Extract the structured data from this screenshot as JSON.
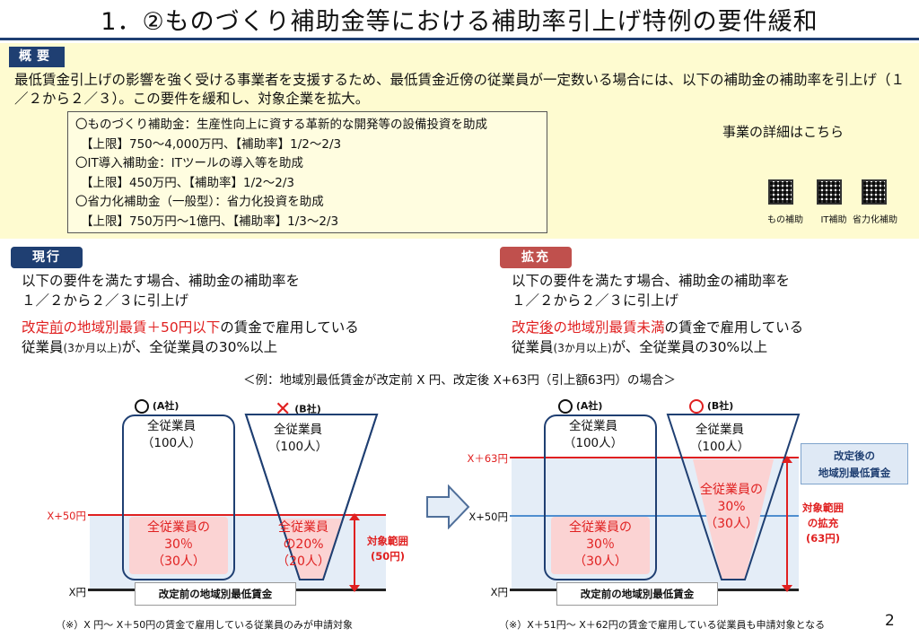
{
  "title": "1．②ものづくり補助金等における補助率引上げ特例の要件緩和",
  "overview": {
    "tag": "概要",
    "text": "最低賃金引上げの影響を強く受ける事業者を支援するため、最低賃金近傍の従業員が一定数いる場合には、以下の補助金の補助率を引上げ（１／２から２／３）。この要件を緩和し、対象企業を拡大。",
    "subsidies": [
      "〇ものづくり補助金：生産性向上に資する革新的な開発等の設備投資を助成",
      "【上限】750～4,000万円、【補助率】1/2～2/3",
      "〇IT導入補助金：ITツールの導入等を助成",
      "【上限】450万円、【補助率】1/2～2/3",
      "〇省力化補助金（一般型）：省力化投資を助成",
      "【上限】750万円～1億円、【補助率】1/3～2/3"
    ],
    "details_label": "事業の詳細はこちら",
    "qr_labels": [
      "もの補助",
      "IT補助",
      "省力化補助"
    ]
  },
  "current": {
    "tag": "現行",
    "line1": "以下の要件を満たす場合、補助金の補助率を",
    "line2": "１／２から２／３に引上げ",
    "cond_a": "改定",
    "cond_b": "前",
    "cond_c": "の地域別最賃＋50円以下",
    "cond_d": "の賃金で雇用している",
    "cond2_a": "従業員",
    "cond2_b": "(3か月以上)",
    "cond2_c": "が、全従業員の30%以上"
  },
  "expanded": {
    "tag": "拡充",
    "line1": "以下の要件を満たす場合、補助金の補助率を",
    "line2": "１／２から２／３に引上げ",
    "cond_a": "改定",
    "cond_b": "後",
    "cond_c": "の地域別最賃未満",
    "cond_d": "の賃金で雇用している",
    "cond2_a": "従業員",
    "cond2_b": "(3か月以上)",
    "cond2_c": "が、全従業員の30%以上"
  },
  "example": "＜例：地域別最低賃金が改定前 X 円、改定後 X+63円（引上額63円）の場合＞",
  "left_diagram": {
    "company_a": "(A社)",
    "company_b": "(B社)",
    "all_emp": "全従業員",
    "all_count": "（100人）",
    "a_pink": [
      "全従業員の",
      "30％",
      "（30人）"
    ],
    "b_pink": [
      "全従業員",
      "の20%",
      "（20人）"
    ],
    "axis_top": "X+50円",
    "axis_bottom": "X円",
    "range": [
      "対象範囲",
      "(50円)"
    ],
    "baseline_label": "改定前の地域別最低賃金",
    "footnote": "（※）X 円～ X＋50円の賃金で雇用している従業員のみが申請対象"
  },
  "right_diagram": {
    "company_a": "(A社)",
    "company_b": "(B社)",
    "all_emp": "全従業員",
    "all_count": "（100人）",
    "a_pink": [
      "全従業員の",
      "30％",
      "（30人）"
    ],
    "b_pink": [
      "全従業員の",
      "30%",
      "（30人）"
    ],
    "axis_top": "X＋63円",
    "axis_mid": "X+50円",
    "axis_bottom": "X円",
    "new_min": [
      "改定後の",
      "地域別最低賃金"
    ],
    "range": [
      "対象範囲",
      "の拡充",
      "(63円)"
    ],
    "baseline_label": "改定前の地域別最低賃金",
    "footnote": "（※）X＋51円～ X＋62円の賃金で雇用している従業員も申請対象となる"
  },
  "page_number": "2",
  "colors": {
    "navy": "#1f3f72",
    "red": "#e02020",
    "tag_red": "#c0504d",
    "panel": "#fefbd0"
  }
}
